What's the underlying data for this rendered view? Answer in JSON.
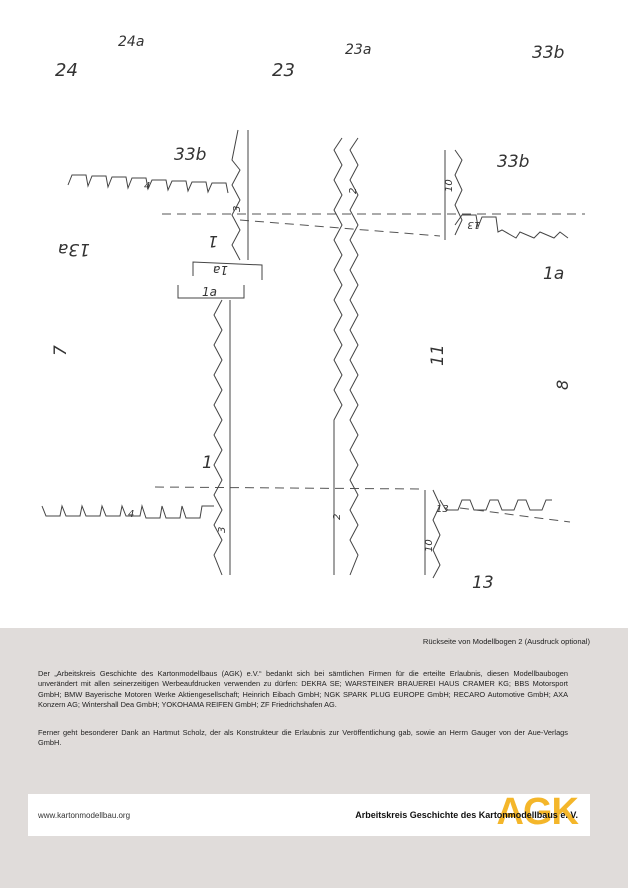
{
  "sheet_labels": {
    "l24a": "24a",
    "l24": "24",
    "l23": "23",
    "l23a": "23a",
    "l33b_top": "33b",
    "l33b_left": "33b",
    "l33b_right": "33b",
    "l13a": "13a",
    "l1_rot": "1",
    "l1a_rot": "1a",
    "l1a": "1a",
    "l1a_right": "1a",
    "l7": "7",
    "l11": "11",
    "l8": "8",
    "l1": "1",
    "l13": "13",
    "tab4_top": "4",
    "tab3_top": "3",
    "tab2_top": "2",
    "tab10_top": "10",
    "tab13_top": "13",
    "tab4_bot": "4",
    "tab3_bot": "3",
    "tab2_bot": "2",
    "tab13_bot": "13",
    "tab10_bot": "10"
  },
  "panel": {
    "caption": "Rückseite von Modellbogen 2 (Ausdruck optional)",
    "paragraph1": "Der „Arbeitskreis Geschichte des Kartonmodellbaus (AGK) e.V.“ bedankt sich bei sämtlichen Firmen für die erteilte Erlaubnis, diesen Modellbaubogen unverändert mit allen seinerzeitigen Werbeaufdrucken verwenden zu dürfen: DEKRA SE; WARSTEINER BRAUEREI HAUS CRAMER KG; BBS Motorsport GmbH; BMW Bayerische Motoren Werke Aktiengesellschaft; Heinrich Eibach GmbH; NGK SPARK PLUG EUROPE GmbH; RECARO Automotive GmbH; AXA Konzern AG; Wintershall Dea GmbH; YOKOHAMA REIFEN GmbH; ZF Friedrichshafen AG.",
    "paragraph2": "Ferner geht besonderer Dank an Hartmut Scholz, der als Konstrukteur die Erlaubnis zur Veröffentlichung gab, sowie an Herrn Gauger von der Aue-Verlags GmbH."
  },
  "footer": {
    "url": "www.kartonmodellbau.org",
    "logo": "AGK",
    "org_name": "Arbeitskreis Geschichte des Kartonmodellbaus e. V."
  }
}
